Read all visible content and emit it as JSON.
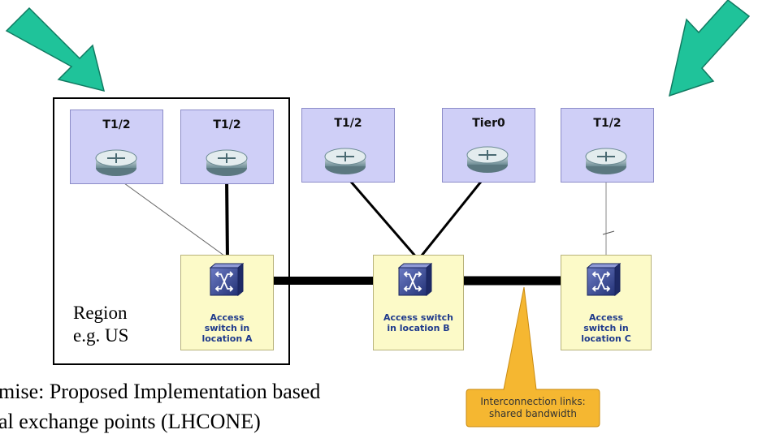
{
  "sites": [
    {
      "label": "T1/2"
    },
    {
      "label": "T1/2"
    },
    {
      "label": "T1/2"
    },
    {
      "label": "Tier0"
    },
    {
      "label": "T1/2"
    }
  ],
  "switches": [
    {
      "label": "Access\nswitch in\nlocation A"
    },
    {
      "label": "Access switch\nin location B"
    },
    {
      "label": "Access\nswitch in\nlocation C"
    }
  ],
  "region": {
    "label": "Region\ne.g. US"
  },
  "callout": {
    "text": "Interconnection links:\nshared bandwidth"
  },
  "caption": {
    "line1": "mise: Proposed Implementation based",
    "line2": "al exchange points (LHCONE)"
  },
  "colors": {
    "arrow": "#1fc39a",
    "site_fill": "#cfcff7",
    "switch_fill": "#fcfac8",
    "callout_fill": "#f5b731",
    "switch_icon": "#2d3c8c"
  }
}
